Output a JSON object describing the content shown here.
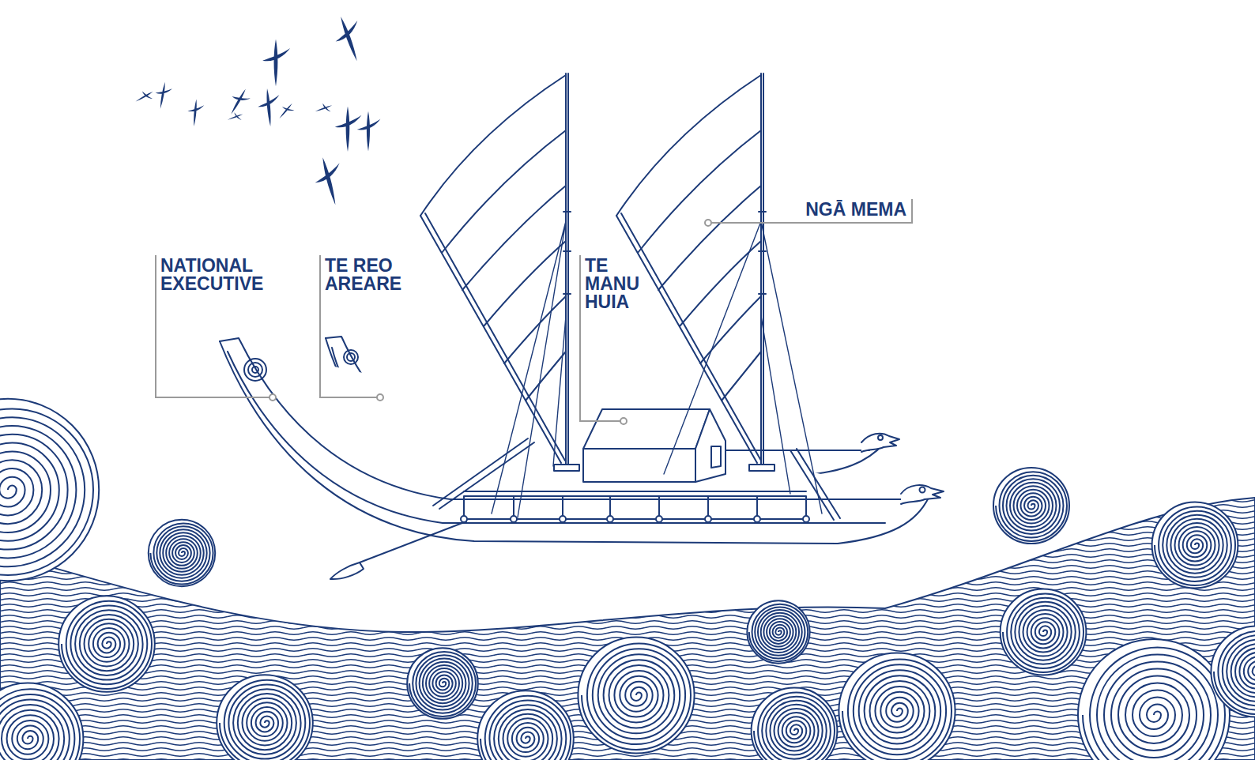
{
  "diagram": {
    "labels": [
      "NATIONAL EXECUTIVE",
      "TE REO AREARE",
      "TE MANU HUIA",
      "NGĀ MEMA"
    ]
  }
}
